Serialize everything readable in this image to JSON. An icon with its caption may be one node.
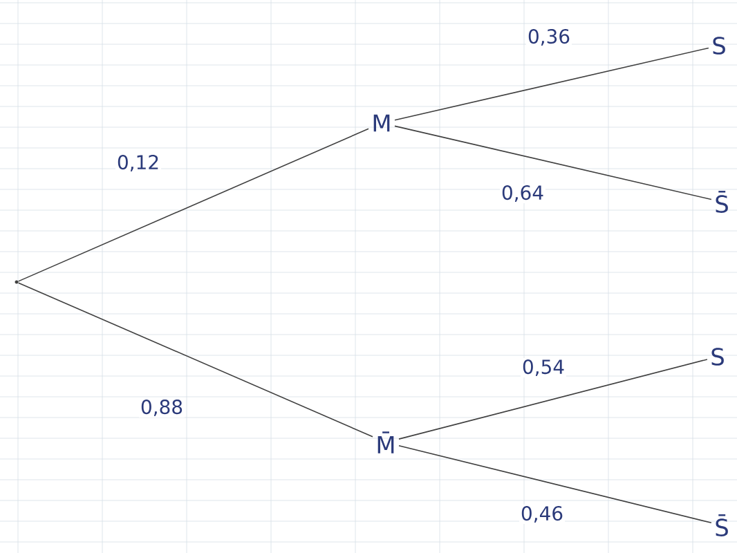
{
  "diagram": {
    "nodes": [
      {
        "text": [],
        "shape": "point"
      },
      {
        "text": [
          "M"
        ]
      },
      {
        "text": [
          "M̄"
        ]
      },
      {
        "text": [
          "S"
        ]
      },
      {
        "text": [
          "S̄"
        ]
      },
      {
        "text": [
          "S"
        ]
      },
      {
        "text": [
          "S̄"
        ]
      }
    ],
    "edges": [
      {
        "from": 0,
        "to": 1,
        "arrow": "none",
        "label": "0,12"
      },
      {
        "from": 0,
        "to": 2,
        "arrow": "none",
        "label": "0,88"
      },
      {
        "from": 1,
        "to": 3,
        "arrow": "none",
        "label": "0,36"
      },
      {
        "from": 1,
        "to": 4,
        "arrow": "none",
        "label": "0,64"
      },
      {
        "from": 2,
        "to": 5,
        "arrow": "none",
        "label": "0,54"
      },
      {
        "from": 2,
        "to": 6,
        "arrow": "none",
        "label": "0,46"
      }
    ]
  }
}
